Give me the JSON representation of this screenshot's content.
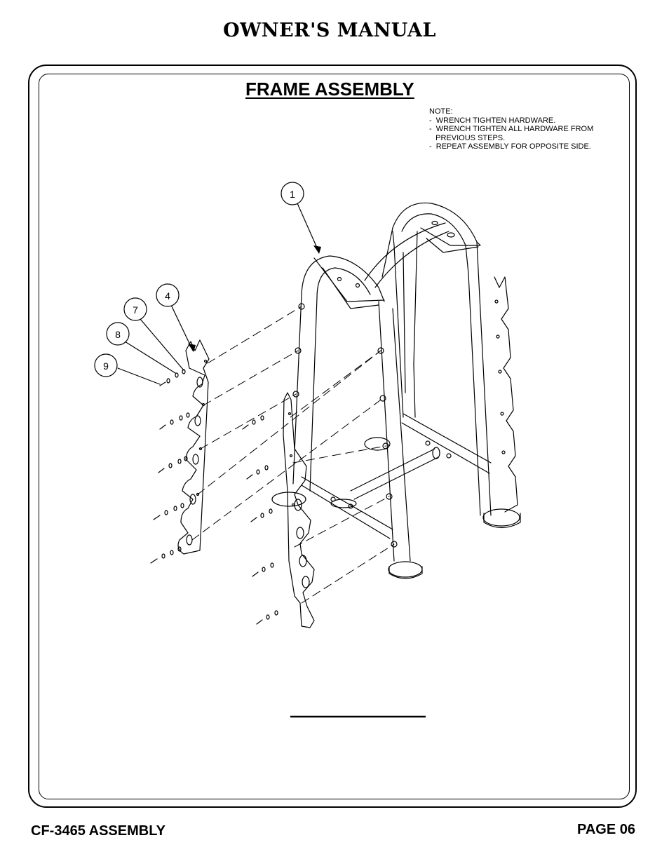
{
  "header": {
    "title": "OWNER'S MANUAL"
  },
  "section": {
    "title": "FRAME ASSEMBLY"
  },
  "note": {
    "heading": "NOTE:",
    "lines": [
      "-  WRENCH TIGHTEN HARDWARE.",
      "-  WRENCH TIGHTEN ALL HARDWARE FROM",
      "   PREVIOUS STEPS.",
      "-  REPEAT ASSEMBLY FOR OPPOSITE SIDE."
    ]
  },
  "callouts": [
    {
      "label": "1"
    },
    {
      "label": "4"
    },
    {
      "label": "7"
    },
    {
      "label": "8"
    },
    {
      "label": "9"
    }
  ],
  "footer": {
    "left": "CF-3465 ASSEMBLY",
    "right": "PAGE 06"
  }
}
